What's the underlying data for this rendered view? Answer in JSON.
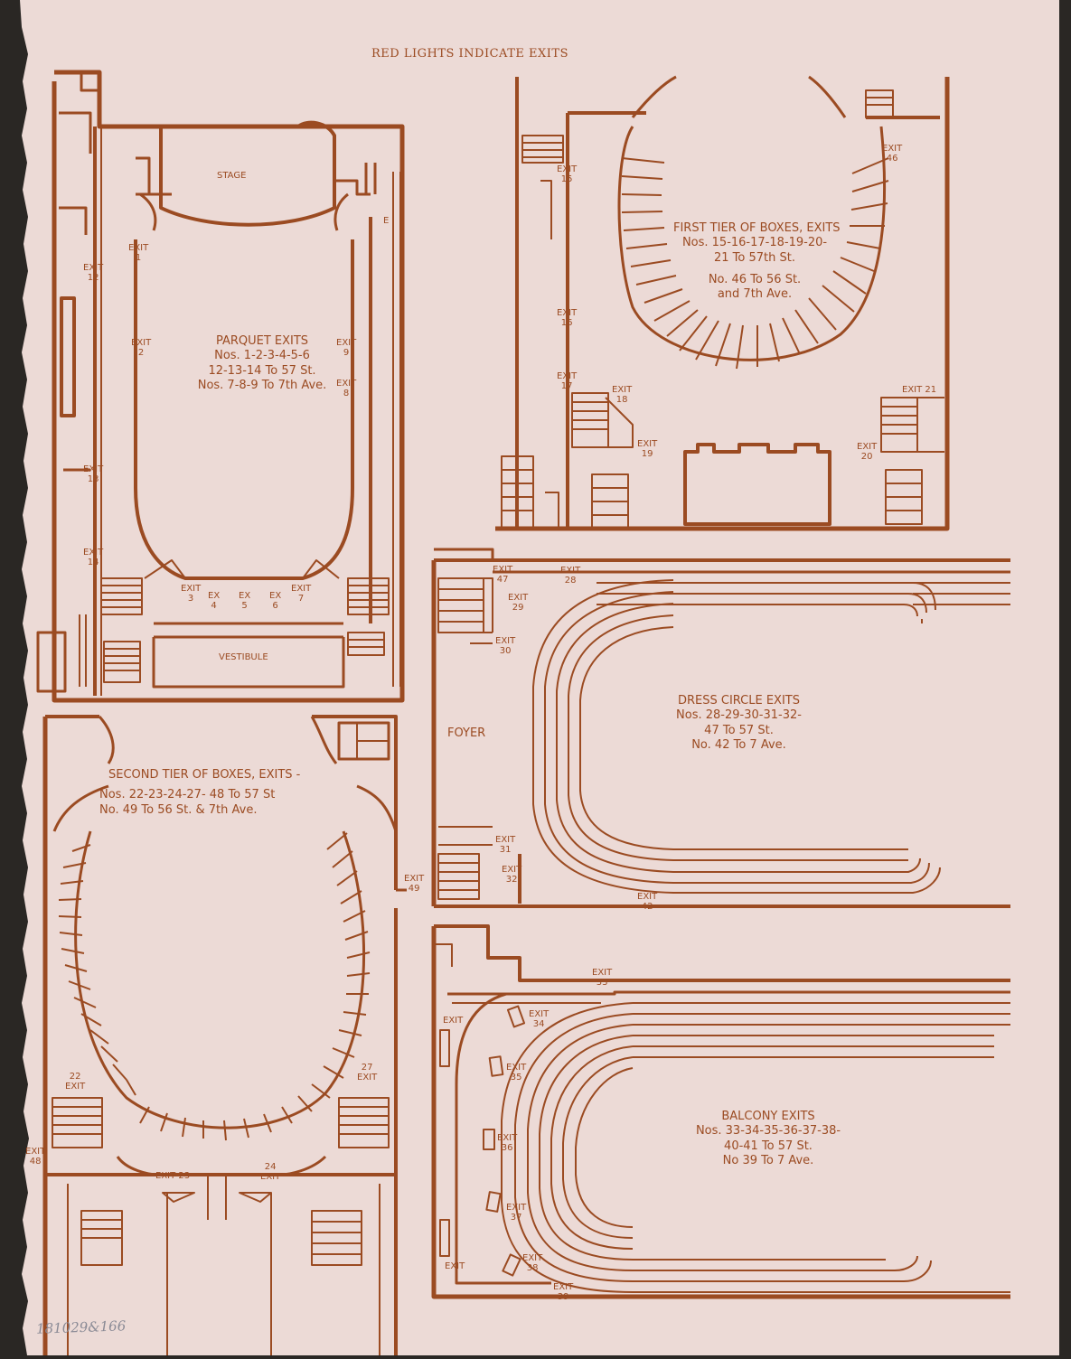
{
  "header": {
    "title": "RED LIGHTS INDICATE EXITS"
  },
  "colors": {
    "ink": "#9b4b22",
    "paper": "#ecdad6",
    "background": "#2a2724"
  },
  "parquet": {
    "stage": "STAGE",
    "vestibule": "VESTIBULE",
    "heading": "PARQUET EXITS",
    "line1": "Nos. 1-2-3-4-5-6",
    "line2": "12-13-14 To 57 St.",
    "line3": "Nos. 7-8-9 To 7th Ave.",
    "exits": {
      "e1": "EXIT\n1",
      "e12": "EXIT\n12",
      "e2": "EXIT\n2",
      "e9": "EXIT\n9",
      "e8": "EXIT\n8",
      "e13": "EXIT\n13",
      "e14": "EXIT\n14",
      "e3": "EXIT\n3",
      "e4": "EX\n4",
      "e5": "EX\n5",
      "e6": "EX\n6",
      "e7": "EXIT\n7",
      "eE": "E"
    }
  },
  "first_tier": {
    "heading": "FIRST TIER OF BOXES, EXITS",
    "line1": "Nos. 15-16-17-18-19-20-",
    "line2": "21 To 57th St.",
    "line3": "No. 46 To 56 St.",
    "line4": "and 7th Ave.",
    "exits": {
      "e15": "EXIT\n15",
      "e16": "EXIT\n16",
      "e17": "EXIT\n17",
      "e18": "EXIT\n18",
      "e19": "EXIT\n19",
      "e46": "EXIT\n46",
      "e21": "EXIT 21",
      "e20": "EXIT\n20"
    }
  },
  "dress_circle": {
    "foyer": "FOYER",
    "heading": "DRESS CIRCLE EXITS",
    "line1": "Nos. 28-29-30-31-32-",
    "line2": "47 To 57 St.",
    "line3": "No. 42 To 7 Ave.",
    "exits": {
      "e47": "EXIT\n47",
      "e28": "EXIT\n28",
      "e29": "EXIT\n29",
      "e30": "EXIT\n30",
      "e31": "EXIT\n31",
      "e32": "EXIT\n32",
      "e42": "EXIT\n42"
    }
  },
  "second_tier": {
    "heading": "SECOND TIER OF BOXES, EXITS -",
    "line1": "Nos. 22-23-24-27- 48 To 57 St",
    "line2": "No. 49 To 56 St. & 7th Ave.",
    "exits": {
      "e49": "EXIT\n49",
      "e27": "27\nEXIT",
      "e22": "22\nEXIT",
      "e48": "EXIT\n48",
      "e23": "EXIT 23",
      "e24": "24\nEXIT"
    }
  },
  "balcony": {
    "heading": "BALCONY EXITS",
    "line1": "Nos. 33-34-35-36-37-38-",
    "line2": "40-41 To 57 St.",
    "line3": "No 39 To 7 Ave.",
    "exits": {
      "e33": "EXIT\n33",
      "eL1": "EXIT",
      "e34": "EXIT\n34",
      "e35": "EXIT\n35",
      "e36": "EXIT\n36",
      "e37": "EXIT\n37",
      "e38": "EXIT\n38",
      "eL2": "EXIT",
      "e39": "EXIT\n39"
    }
  },
  "handwriting": "181029&166"
}
